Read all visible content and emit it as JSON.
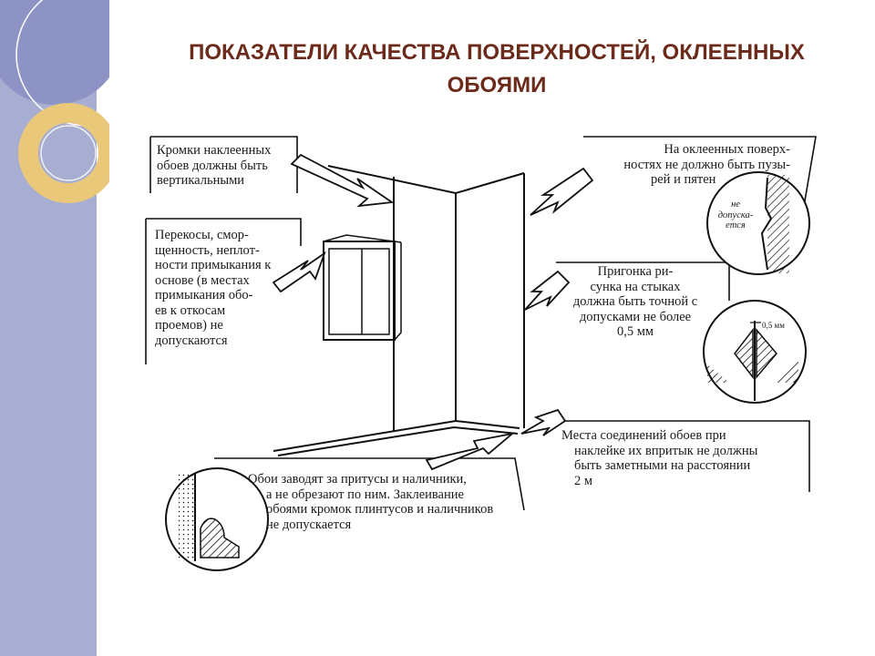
{
  "slide": {
    "title_lines": [
      "ПОКАЗАТЕЛИ КАЧЕСТВА ПОВЕРХНОСТЕЙ, ОКЛЕЕННЫХ",
      "ОБОЯМИ"
    ],
    "colors": {
      "accent_band": "#a7aed2",
      "title": "#6b2a1a",
      "ring": "#e9c87a"
    }
  },
  "notes": {
    "vertical_edges": [
      "Кромки наклеенных",
      "обоев должны быть",
      "вертикальными"
    ],
    "skews": [
      "Перекосы, смор-",
      "щенность, неплот-",
      "ности примыкания к",
      "основе (в местах",
      "примыкания обо-",
      "ев к откосам",
      "проемов) не",
      "допускаются"
    ],
    "no_bubbles": [
      "На оклеенных поверх-",
      "ностях не должно быть пузы-",
      "рей и пятен"
    ],
    "pattern_match": [
      "Пригонка ри-",
      "сунка на стыках",
      "должна быть точной с",
      "допусками не более",
      "0,5 мм"
    ],
    "joints": [
      "Места соединений обоев при",
      "наклейке их впритык не должны",
      "быть заметными на расстоянии",
      "2 м"
    ],
    "trims": [
      "Обои заводят за притусы и наличники,",
      "а не обрезают по ним. Заклеивание",
      "обоями кромок плинтусов и наличников",
      "не допускается"
    ]
  },
  "insets": {
    "not_allowed_label": [
      "не",
      "допуска-",
      "ется"
    ],
    "tolerance_label": "0,5 мм"
  }
}
